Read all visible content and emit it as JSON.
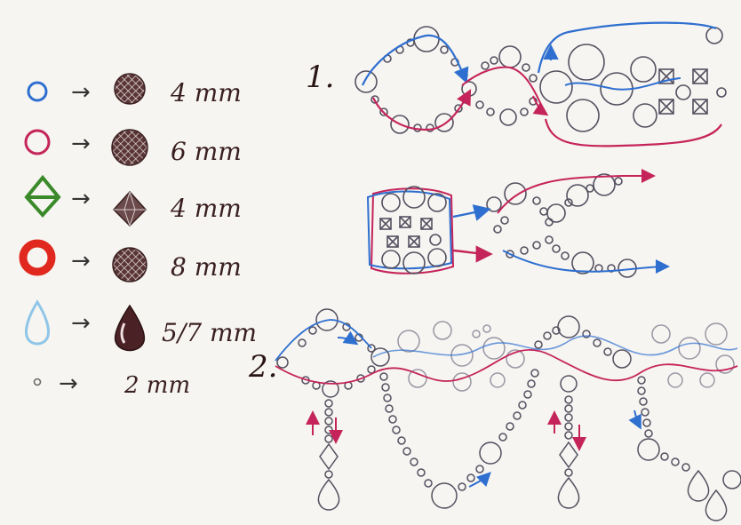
{
  "legend": [
    {
      "size": "4mm",
      "symbol": "blue-circle-icon",
      "color": "#2f6fd0"
    },
    {
      "size": "6mm",
      "symbol": "pink-circle-icon",
      "color": "#c5245a"
    },
    {
      "size": "4mm",
      "symbol": "green-bicone-icon",
      "color": "#3a8a2a"
    },
    {
      "size": "8mm",
      "symbol": "red-ring-icon",
      "color": "#e0281e"
    },
    {
      "size": "5/7mm",
      "symbol": "teardrop-icon",
      "color": "#8fc6e8"
    },
    {
      "size": "2mm",
      "symbol": "seed-bead-icon",
      "color": "#6a6a6a"
    }
  ],
  "legend_labels": [
    "4 mm",
    "6 mm",
    "4 mm",
    "8 mm",
    "5/7 mm",
    "2 mm"
  ],
  "steps": [
    {
      "label": "1."
    },
    {
      "label": "2."
    }
  ],
  "colors": {
    "blue_thread": "#2f6fd0",
    "pink_thread": "#c5245a",
    "bead_outline": "#555060",
    "dark_bead": "#4a2a2a",
    "background": "#f6f5f1"
  }
}
